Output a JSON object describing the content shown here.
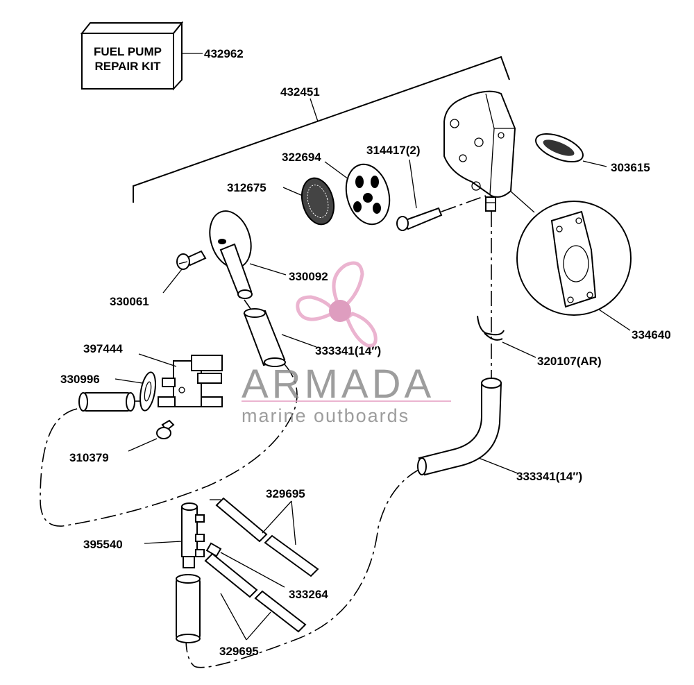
{
  "kit": {
    "line1": "FUEL PUMP",
    "line2": "REPAIR KIT",
    "part_number": "432962"
  },
  "assembly_number": "432451",
  "labels": {
    "p322694": "322694",
    "p314417": "314417(2)",
    "p312675": "312675",
    "p303615": "303615",
    "p330092": "330092",
    "p330061": "330061",
    "p334640": "334640",
    "p333341a": "333341(14′′)",
    "p320107": "320107(AR)",
    "p397444": "397444",
    "p330996": "330996",
    "p310379": "310379",
    "p333341b": "333341(14′′)",
    "p329695a": "329695",
    "p395540": "395540",
    "p333264": "333264",
    "p329695b": "329695"
  },
  "watermark": {
    "brand": "ARMADA",
    "tagline": "marine outboards",
    "colors": {
      "propeller": "#e8a7c8",
      "hub": "#d98cb5",
      "text": "#8c8c8c"
    }
  }
}
